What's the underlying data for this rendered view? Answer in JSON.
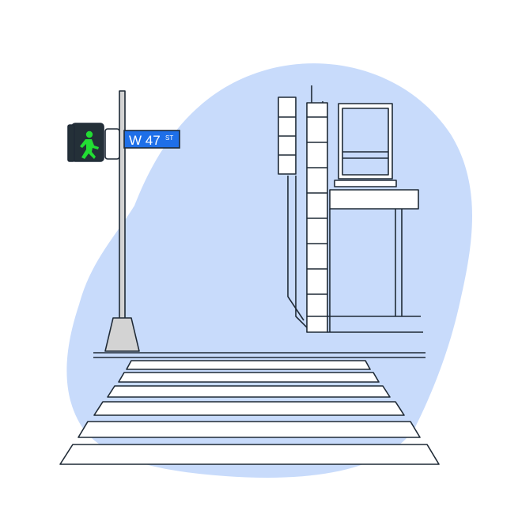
{
  "street_sign": {
    "name": "W 47",
    "suffix": "ST"
  },
  "signal": {
    "state": "walk",
    "lit_color": "#22dd33"
  },
  "colors": {
    "backdrop": "#c8dbfb",
    "outline": "#1f2a36",
    "sign_blue": "#1e6fe8",
    "pole": "#d3d3d3",
    "signal_housing": "#243038"
  }
}
